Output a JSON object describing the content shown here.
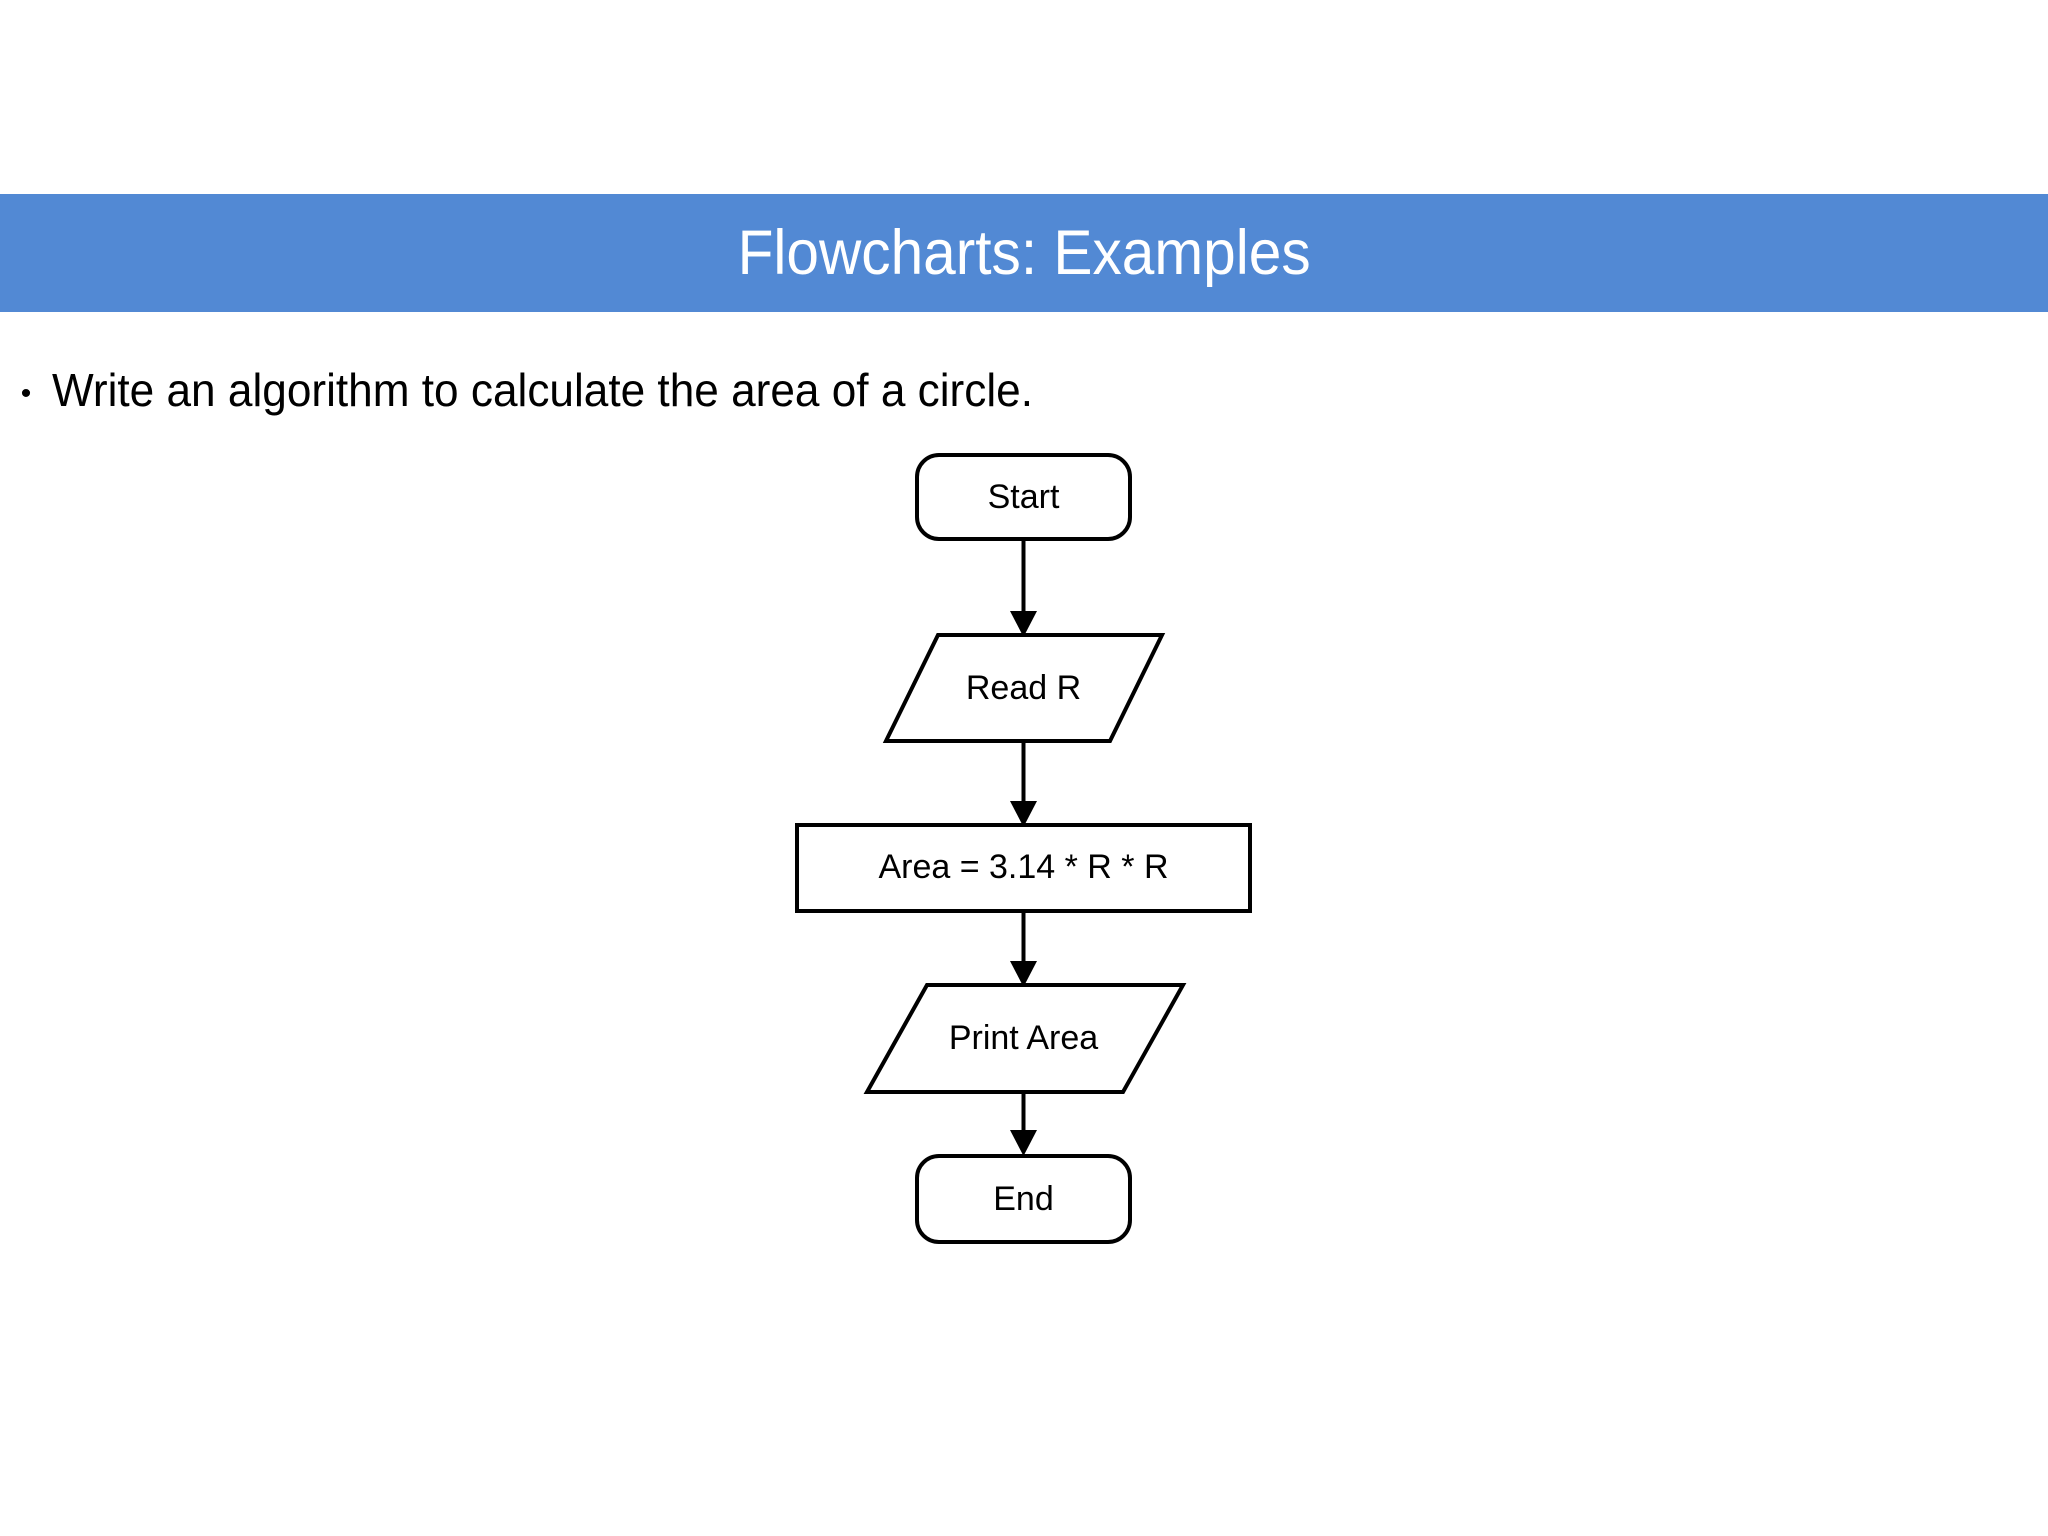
{
  "slide": {
    "background_color": "#ffffff",
    "title": "Flowcharts: Examples",
    "banner_color": "#5289D4",
    "title_color": "#ffffff"
  },
  "body": {
    "bullet_marker": "•",
    "bullet_text": "Write an algorithm to calculate the area of a circle."
  },
  "chart_data": {
    "type": "diagram",
    "diagram_kind": "flowchart",
    "title": "Flowcharts: Examples",
    "orientation": "top-to-bottom",
    "stroke_color": "#000000",
    "fill_color": "#ffffff",
    "nodes": [
      {
        "id": "start",
        "label": "Start",
        "shape": "rounded-rectangle"
      },
      {
        "id": "read",
        "label": "Read R",
        "shape": "parallelogram"
      },
      {
        "id": "calc",
        "label": "Area = 3.14 * R * R",
        "shape": "rectangle"
      },
      {
        "id": "print",
        "label": "Print Area",
        "shape": "parallelogram"
      },
      {
        "id": "end",
        "label": "End",
        "shape": "rounded-rectangle"
      }
    ],
    "edges": [
      {
        "from": "start",
        "to": "read",
        "label": "",
        "arrow": true
      },
      {
        "from": "read",
        "to": "calc",
        "label": "",
        "arrow": true
      },
      {
        "from": "calc",
        "to": "print",
        "label": "",
        "arrow": true
      },
      {
        "from": "print",
        "to": "end",
        "label": "",
        "arrow": true
      }
    ]
  }
}
